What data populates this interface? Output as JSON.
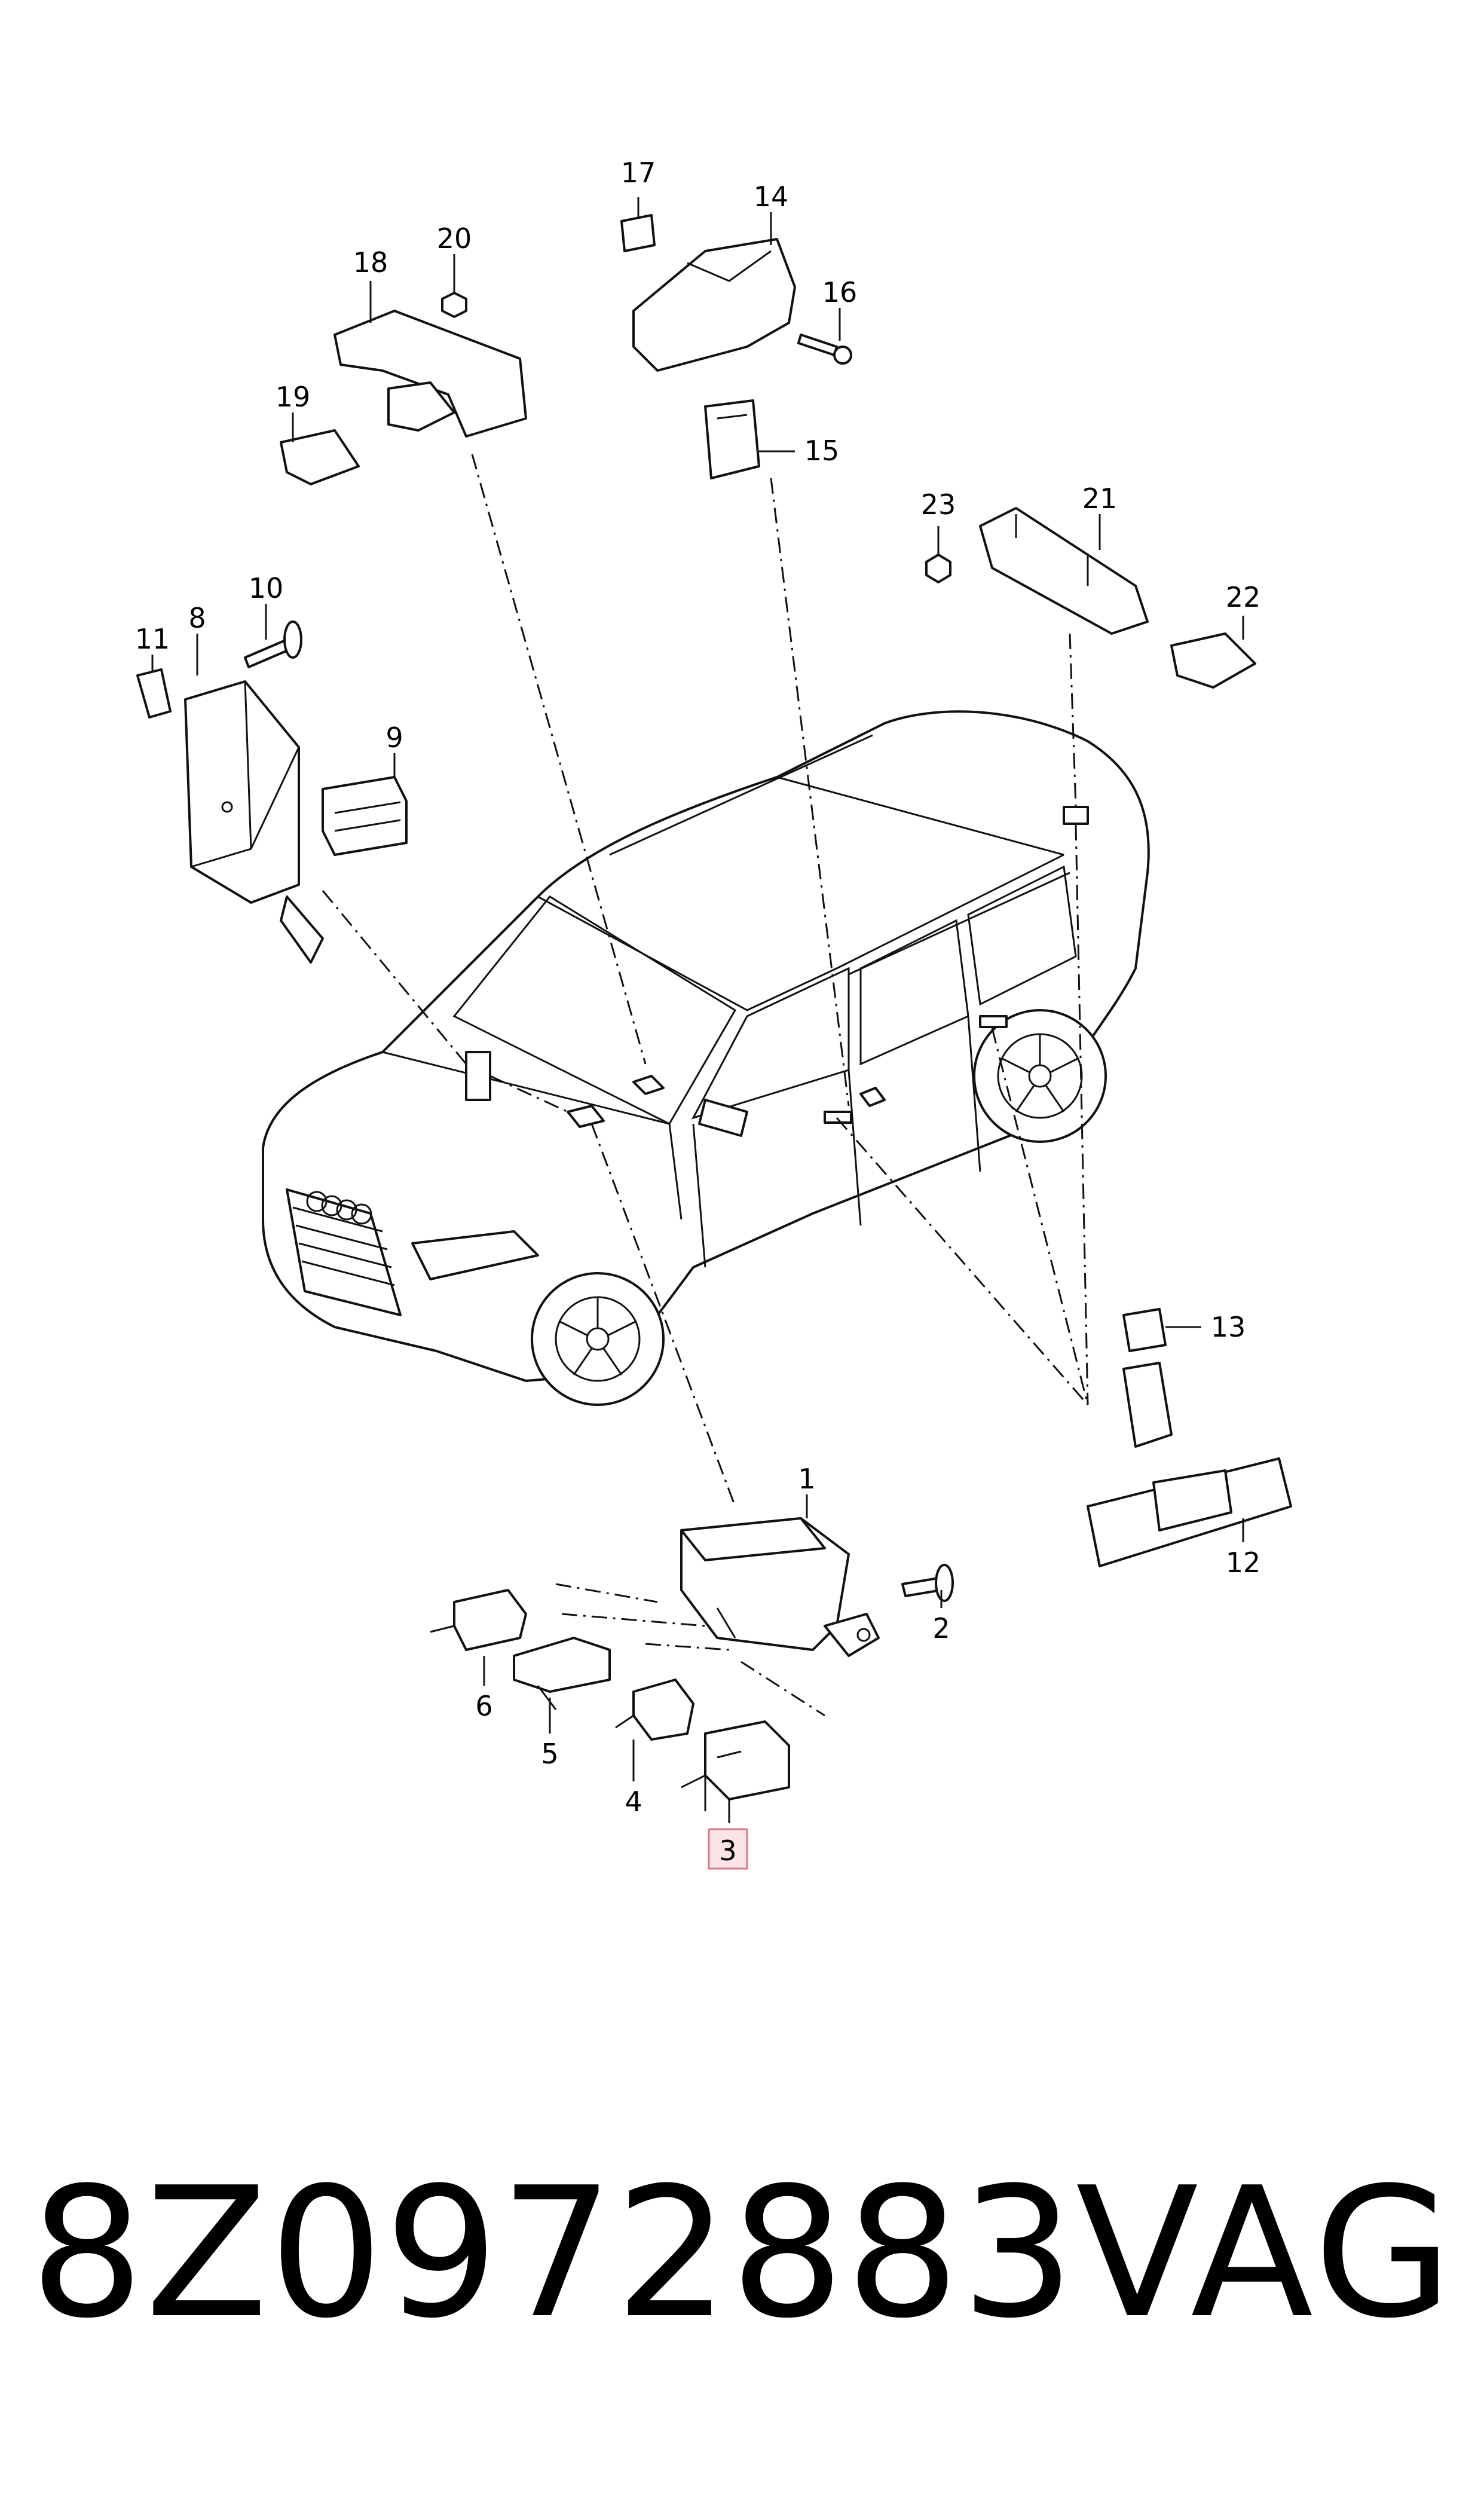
{
  "callouts": {
    "c1": "1",
    "c2": "2",
    "c3": "3",
    "c4": "4",
    "c5": "5",
    "c6": "6",
    "c8": "8",
    "c9": "9",
    "c10": "10",
    "c11": "11",
    "c12": "12",
    "c13": "13",
    "c14": "14",
    "c15": "15",
    "c16": "16",
    "c17": "17",
    "c18": "18",
    "c19": "19",
    "c20": "20",
    "c21": "21",
    "c22": "22",
    "c23": "23"
  },
  "highlighted_callout": "3",
  "footer": {
    "part_number": "8Z0972883",
    "brand": "VAG"
  },
  "colors": {
    "highlight_fill": "#fbe3e6",
    "highlight_stroke": "#d97a88",
    "line": "#111111"
  }
}
